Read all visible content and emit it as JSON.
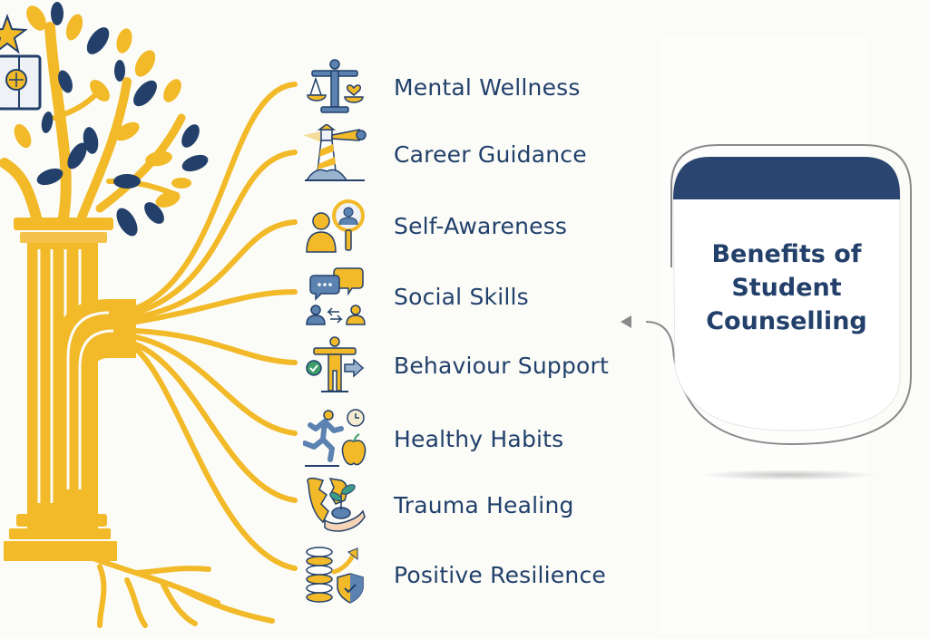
{
  "title": {
    "line1": "Benefits of",
    "line2": "Student",
    "line3": "Counselling"
  },
  "colors": {
    "navy": "#23406b",
    "gold": "#f2b928",
    "background": "#fbfcf7",
    "callout_border": "#8a8a8a"
  },
  "illustration": {
    "description": "golden tree growing from a classical pillar with navy and gold leaves, a star and open book with brain emblem, roots at base, golden streams branching to each benefit"
  },
  "benefits": [
    {
      "label": "Mental Wellness",
      "icon": "scale-heart-icon"
    },
    {
      "label": "Career Guidance",
      "icon": "lighthouse-telescope-icon"
    },
    {
      "label": "Self-Awareness",
      "icon": "person-mirror-icon"
    },
    {
      "label": "Social Skills",
      "icon": "conversation-people-icon"
    },
    {
      "label": "Behaviour Support",
      "icon": "person-check-arrow-icon"
    },
    {
      "label": "Healthy Habits",
      "icon": "runner-clock-apple-icon"
    },
    {
      "label": "Trauma Healing",
      "icon": "broken-heart-sprout-icon"
    },
    {
      "label": "Positive Resilience",
      "icon": "spring-arrow-shield-icon"
    }
  ]
}
